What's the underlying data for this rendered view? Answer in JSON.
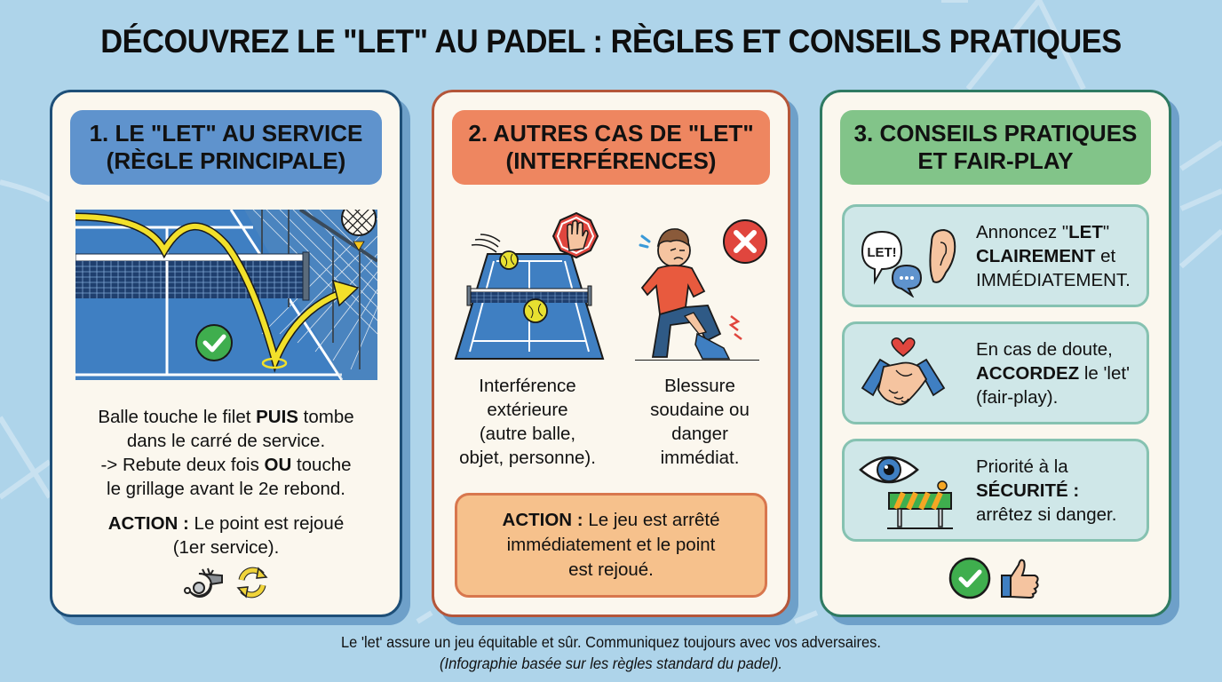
{
  "title": "DÉCOUVREZ LE \"LET\" AU PADEL : RÈGLES ET CONSEILS PRATIQUES",
  "colors": {
    "background": "#aed4ea",
    "card_bg": "#fbf7ee",
    "card1_accent": "#5f93cd",
    "card1_border": "#1e4f78",
    "card2_accent": "#ee8660",
    "card2_border": "#b4563a",
    "card2_action_bg": "#f6c18c",
    "card3_accent": "#82c489",
    "card3_border": "#2f7a62",
    "tip_bg": "#cfe7e8",
    "court_blue": "#3f7fc2",
    "ball_yellow": "#f2e02a",
    "check_green": "#3fae4e",
    "stop_red": "#e0463e"
  },
  "cards": [
    {
      "heading_line1": "1. LE \"LET\" AU SERVICE",
      "heading_line2": "(RÈGLE PRINCIPALE)",
      "illustration": "padel-court-serve-net-bounce-diagram",
      "desc": {
        "l1_a": "Balle touche le filet ",
        "l1_b": "PUIS",
        "l1_c": " tombe",
        "l2": "dans le carré de service.",
        "l3_a": "-> Rebute deux fois ",
        "l3_b": "OU",
        "l3_c": " touche",
        "l4": "le grillage avant le 2e rebond."
      },
      "action": {
        "label": "ACTION :",
        "l1": " Le point est rejoué",
        "l2": "(1er service)."
      },
      "icons": [
        "whistle-icon",
        "refresh-icon"
      ]
    },
    {
      "heading_line1": "2. AUTRES CAS DE \"LET\"",
      "heading_line2": "(INTERFÉRENCES)",
      "cases": [
        {
          "icon": "court-with-stray-ball-and-stop-sign",
          "lines": [
            "Interférence",
            "extérieure",
            "(autre balle,",
            "objet, personne)."
          ]
        },
        {
          "icon": "injured-player-with-x",
          "lines": [
            "Blessure",
            "soudaine ou",
            "danger",
            "immédiat."
          ]
        }
      ],
      "action": {
        "label": "ACTION :",
        "l1": " Le jeu est arrêté",
        "l2": "immédiatement et le point",
        "l3": "est rejoué."
      }
    },
    {
      "heading_line1": "3. CONSEILS PRATIQUES",
      "heading_line2": "ET FAIR-PLAY",
      "tips": [
        {
          "icon": "speech-bubble-ear-icon",
          "bubble_text": "LET!",
          "l1_a": "Annoncez \"",
          "l1_b": "LET",
          "l1_c": "\"",
          "l2_a": "CLAIREMENT",
          "l2_b": " et",
          "l3": "IMMÉDIATEMENT."
        },
        {
          "icon": "handshake-heart-icon",
          "l1": "En cas de doute,",
          "l2_a": "ACCORDEZ",
          "l2_b": " le 'let'",
          "l3": "(fair-play)."
        },
        {
          "icon": "eye-barrier-icon",
          "l1": "Priorité à la",
          "l2": "SÉCURITÉ :",
          "l3": "arrêtez si danger."
        }
      ],
      "icons": [
        "check-circle-icon",
        "thumbs-up-icon"
      ]
    }
  ],
  "footer": {
    "line1": "Le 'let' assure un jeu équitable et sûr. Communiquez toujours avec vos adversaires.",
    "line2": "(Infographie basée sur les règles standard du padel)."
  }
}
